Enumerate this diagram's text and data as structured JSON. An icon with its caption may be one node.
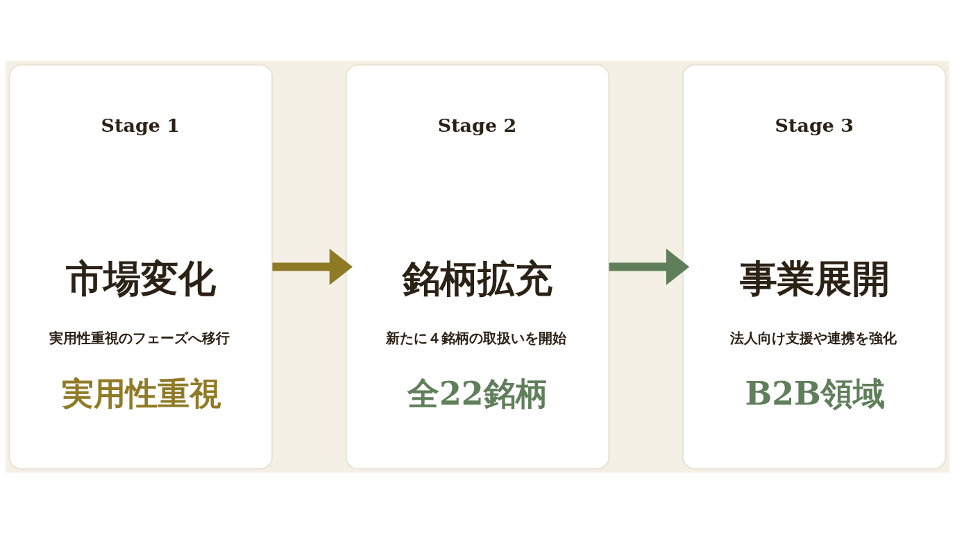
{
  "diagram": {
    "nodes": [
      {
        "text": [
          "Stage 1",
          "市場変化",
          "実用性重視のフェーズへ移行",
          "実用性重視"
        ]
      },
      {
        "text": [
          "Stage 2",
          "銘柄拡充",
          "新たに４銘柄の取扱いを開始",
          "全22銘柄"
        ]
      },
      {
        "text": [
          "Stage 3",
          "事業展開",
          "法人向け支援や連携を強化",
          "B2B領域"
        ]
      }
    ],
    "edges": [
      {
        "from": 0,
        "to": 1,
        "arrow": "to",
        "color": "#8f7a26"
      },
      {
        "from": 1,
        "to": 2,
        "arrow": "to",
        "color": "#5f7f5a"
      }
    ]
  }
}
